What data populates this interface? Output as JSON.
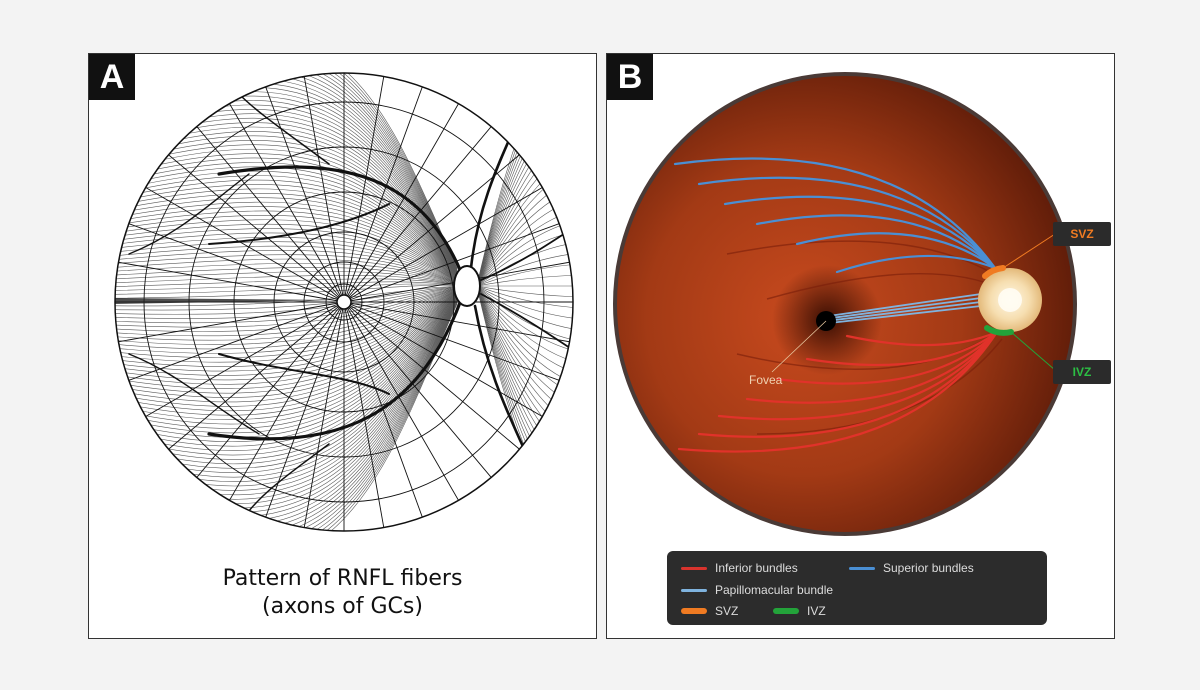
{
  "panel_a": {
    "letter": "A",
    "caption_line_1": "Pattern of RNFL fibers",
    "caption_line_2": "(axons of GCs)"
  },
  "panel_b": {
    "letter": "B",
    "labels": {
      "fovea": "Fovea",
      "svz_tag": "SVZ",
      "ivz_tag": "IVZ"
    },
    "legend": [
      {
        "label": "Inferior bundles",
        "color": "#d9332d"
      },
      {
        "label": "Superior bundles",
        "color": "#4a8fd4"
      },
      {
        "label": "Papillomacular bundle",
        "color": "#7fb3de"
      },
      {
        "label": "SVZ",
        "color": "#f07b22"
      },
      {
        "label": "IVZ",
        "color": "#23a33a"
      }
    ]
  }
}
